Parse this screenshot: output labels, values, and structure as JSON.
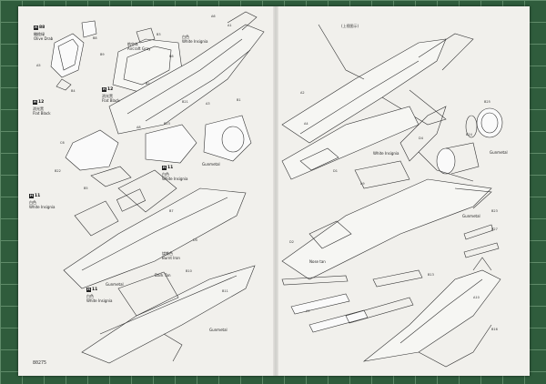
{
  "sheet": {
    "page_number": "80275",
    "right_title": "(上视图示)"
  },
  "callouts": [
    {
      "id": "olive-drab",
      "badge": "H",
      "num": "88",
      "cn": "橄榄绿",
      "en": "Olive Drab"
    },
    {
      "id": "aircraft-gray",
      "badge": "",
      "num": "",
      "cn": "航空灰",
      "en": "Aircraft Gray"
    },
    {
      "id": "white-insignia-top",
      "badge": "",
      "num": "",
      "cn": "白色",
      "en": "White Insignia"
    },
    {
      "id": "flat-black-1",
      "badge": "H",
      "num": "12",
      "cn": "消光黑",
      "en": "Flat Black"
    },
    {
      "id": "flat-black-2",
      "badge": "H",
      "num": "12",
      "cn": "消光黑",
      "en": "Flat Black"
    },
    {
      "id": "white-insignia-left",
      "badge": "H",
      "num": "11",
      "cn": "白色",
      "en": "White Insignia"
    },
    {
      "id": "white-insignia-mid",
      "badge": "H",
      "num": "11",
      "cn": "白色",
      "en": "White Insignia"
    },
    {
      "id": "gunmetal",
      "badge": "",
      "num": "",
      "cn": "",
      "en": "Gunmetal"
    },
    {
      "id": "burnt-iron",
      "badge": "",
      "num": "",
      "cn": "烧铁色",
      "en": "Burnt Iron"
    },
    {
      "id": "gunmetal-2",
      "badge": "",
      "num": "",
      "cn": "",
      "en": "Gunmetal"
    },
    {
      "id": "dark-tan",
      "badge": "",
      "num": "",
      "cn": "",
      "en": "Dark Tan"
    },
    {
      "id": "white-insignia-bottom",
      "badge": "H",
      "num": "11",
      "cn": "白色",
      "en": "White Insignia"
    },
    {
      "id": "gunmetal-3",
      "badge": "",
      "num": "",
      "cn": "",
      "en": "Gunmetal"
    },
    {
      "id": "nose-tan",
      "badge": "",
      "num": "",
      "cn": "",
      "en": "Nose tan"
    },
    {
      "id": "gunmetal-right",
      "badge": "",
      "num": "",
      "cn": "",
      "en": "Gunmetal"
    },
    {
      "id": "white-insignia-right",
      "badge": "",
      "num": "",
      "cn": "",
      "en": "White Insignia"
    },
    {
      "id": "gunmetal-right2",
      "badge": "",
      "num": "",
      "cn": "",
      "en": "Gunmetal"
    }
  ],
  "part_numbers": [
    "B8",
    "B9",
    "A5",
    "B4",
    "B3",
    "B6",
    "B2",
    "C6",
    "A8",
    "B23",
    "B21",
    "A3",
    "B1",
    "A1",
    "A6",
    "B22",
    "B5",
    "B7",
    "D5",
    "B10",
    "B11",
    "A2",
    "A4",
    "D1",
    "A9",
    "D2",
    "A7",
    "B25",
    "B24",
    "D4",
    "B23",
    "B27",
    "B13",
    "A10",
    "B16"
  ]
}
